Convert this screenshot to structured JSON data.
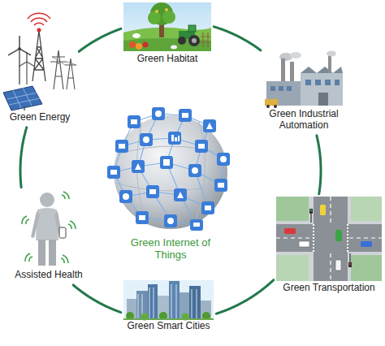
{
  "diagram": {
    "nodes": [
      {
        "text": [
          "Green Habitat"
        ]
      },
      {
        "text": [
          "Green Energy"
        ]
      },
      {
        "text": [
          "Green Industrial Automation"
        ]
      },
      {
        "text": [
          "Green Internet of Things"
        ]
      },
      {
        "text": [
          "Assisted Health"
        ]
      },
      {
        "text": [
          "Green Transportation"
        ]
      },
      {
        "text": [
          "Green Smart Cities"
        ]
      }
    ],
    "edges": [
      {
        "from": 0,
        "to": 2,
        "arrow": "none"
      },
      {
        "from": 2,
        "to": 5,
        "arrow": "none"
      },
      {
        "from": 5,
        "to": 6,
        "arrow": "none"
      },
      {
        "from": 6,
        "to": 4,
        "arrow": "none"
      },
      {
        "from": 4,
        "to": 1,
        "arrow": "none"
      },
      {
        "from": 1,
        "to": 0,
        "arrow": "none"
      }
    ]
  }
}
